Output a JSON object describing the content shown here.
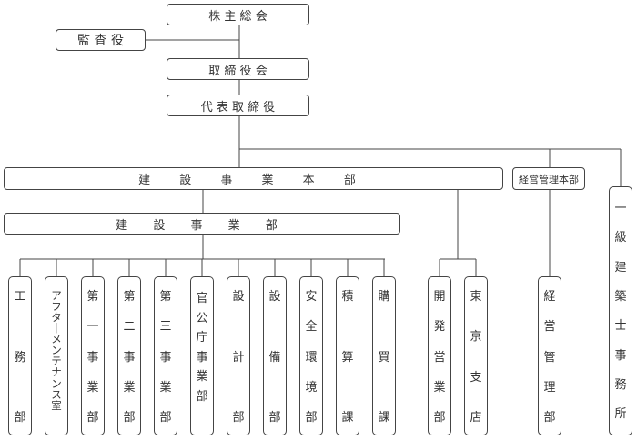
{
  "top": {
    "shareholders": "株 主 総 会",
    "auditor": "監 査 役",
    "board": "取 締 役 会",
    "representative": "代 表 取 締 役"
  },
  "divisions": {
    "construction_hq": "建 設 事 業 本 部",
    "management_hq": "経営管理本部",
    "construction_dept": "建 設 事 業 部"
  },
  "departments": [
    "工務部",
    "アフターメンテナンス室",
    "第一事業部",
    "第二事業部",
    "第三事業部",
    "官公庁事業部",
    "設計部",
    "設備部",
    "安全環境部",
    "積算課",
    "購買課",
    "開発営業部",
    "東京支店",
    "経営管理部",
    "一級建築士事務所"
  ]
}
